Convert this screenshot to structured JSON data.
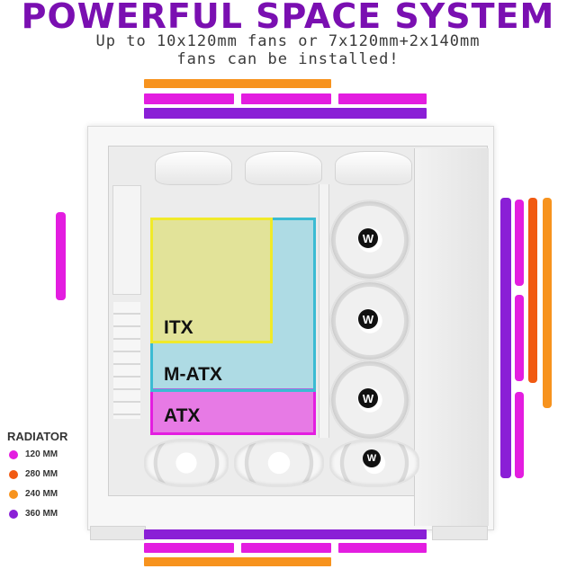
{
  "header": {
    "title": "POWERFUL SPACE SYSTEM",
    "subtitle_line1": "Up to 10x120mm fans or 7x120mm+2x140mm",
    "subtitle_line2": "fans can be installed!"
  },
  "boards": {
    "itx": "ITX",
    "matx": "M-ATX",
    "atx": "ATX"
  },
  "fan_logo": "W",
  "legend": {
    "title": "RADIATOR",
    "items": [
      {
        "label": "120 MM",
        "color": "#e31de0"
      },
      {
        "label": "280 MM",
        "color": "#f15a12"
      },
      {
        "label": "240 MM",
        "color": "#f7931e"
      },
      {
        "label": "360 MM",
        "color": "#8a1fd6"
      }
    ]
  },
  "colors": {
    "title": "#7a0fb1",
    "magenta": "#e31de0",
    "orange_red": "#f15a12",
    "orange": "#f7931e",
    "purple": "#8a1fd6",
    "itx_border": "#f0ea2a",
    "matx_border": "#3bbbd3",
    "atx_border": "#e31de0"
  }
}
